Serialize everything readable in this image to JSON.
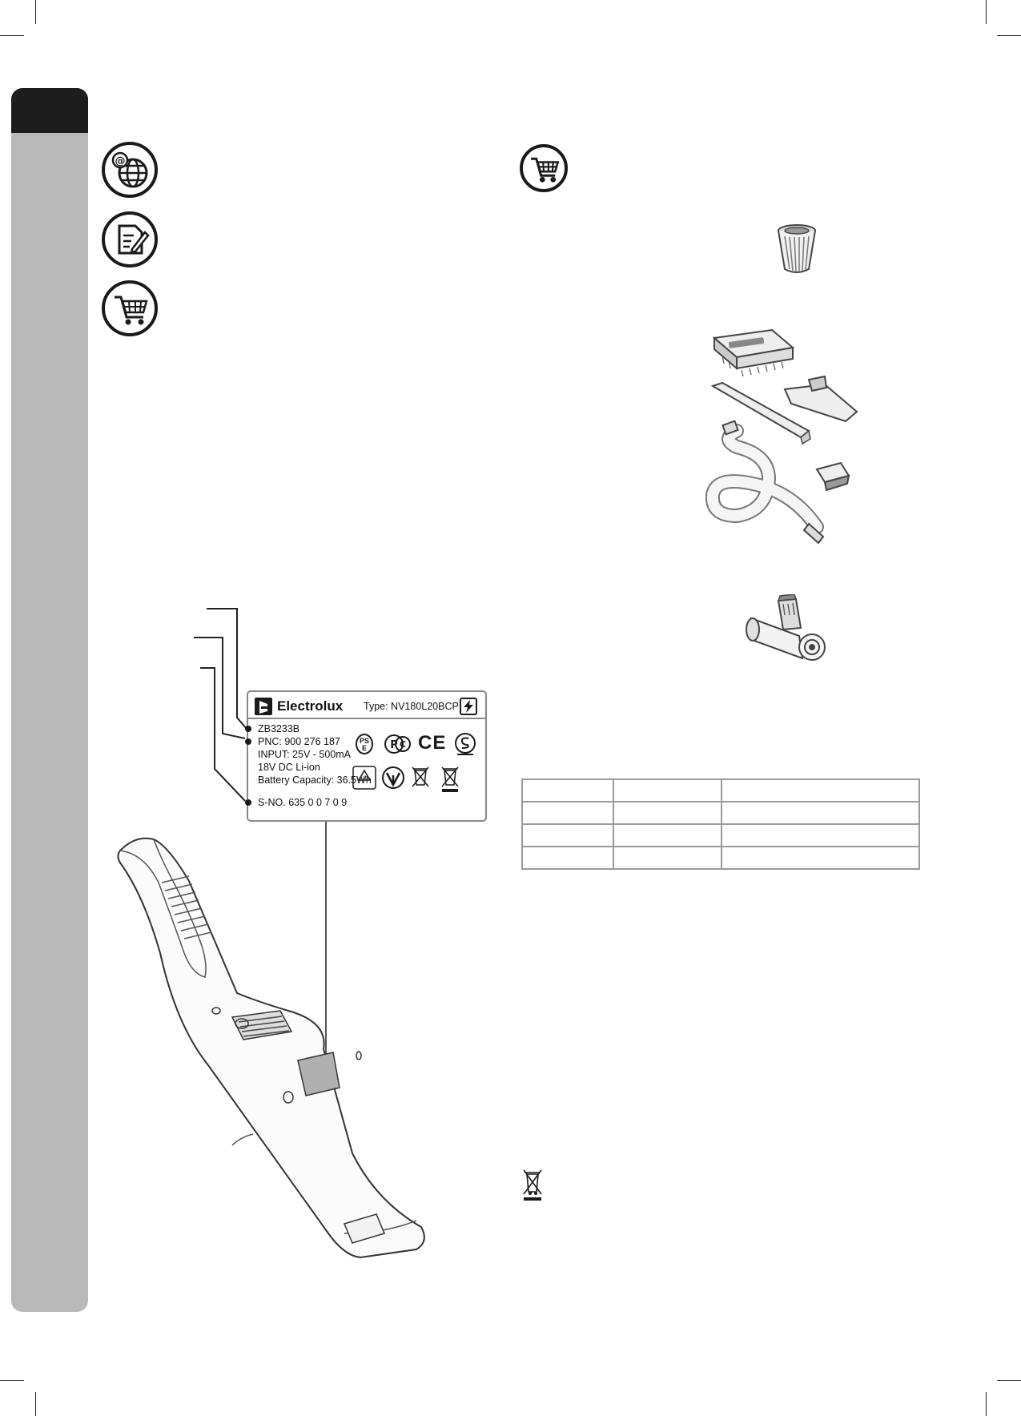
{
  "rating_label": {
    "brand": "Electrolux",
    "type": "Type: NV180L20BCP",
    "model": "ZB3233B",
    "pnc": "PNC: 900 276 187",
    "input": "INPUT: 25V - 500mA",
    "battery_type": "18V DC Li-ion",
    "battery_capacity": "Battery Capacity: 36.5Wh",
    "serial": "S-NO.  635 0 0 7 0 9",
    "ps_mark": "PS\nE",
    "ce_mark": "CE"
  },
  "spec_table": {
    "rows": [
      [
        "",
        "",
        ""
      ],
      [
        "",
        "",
        ""
      ],
      [
        "",
        "",
        ""
      ],
      [
        "",
        "",
        ""
      ]
    ]
  },
  "icons": [
    "web-icon",
    "notes-icon",
    "shopping-cart-icon",
    "shopping-cart-icon",
    "weee-bin-icon"
  ]
}
